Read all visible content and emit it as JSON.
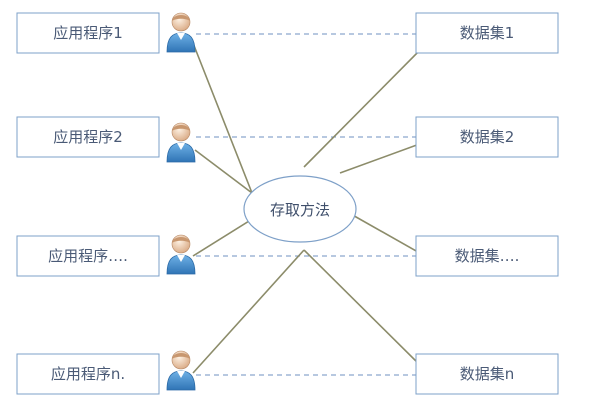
{
  "applications": [
    {
      "label": "应用程序1"
    },
    {
      "label": "应用程序2"
    },
    {
      "label": "应用程序…."
    },
    {
      "label": "应用程序n."
    }
  ],
  "datasets": [
    {
      "label": "数据集1"
    },
    {
      "label": "数据集2"
    },
    {
      "label": "数据集…."
    },
    {
      "label": "数据集n"
    }
  ],
  "center": {
    "label": "存取方法"
  },
  "colors": {
    "box_border": "#7ea0c8",
    "text": "#4a5a76",
    "dashed": "#6f90c0",
    "solid": "#8c8c6a",
    "ellipse_border": "#7ea0c8",
    "user_blue": "#3d86c6",
    "user_face": "#f2d2b0"
  },
  "icons": {
    "user": "user-icon"
  }
}
